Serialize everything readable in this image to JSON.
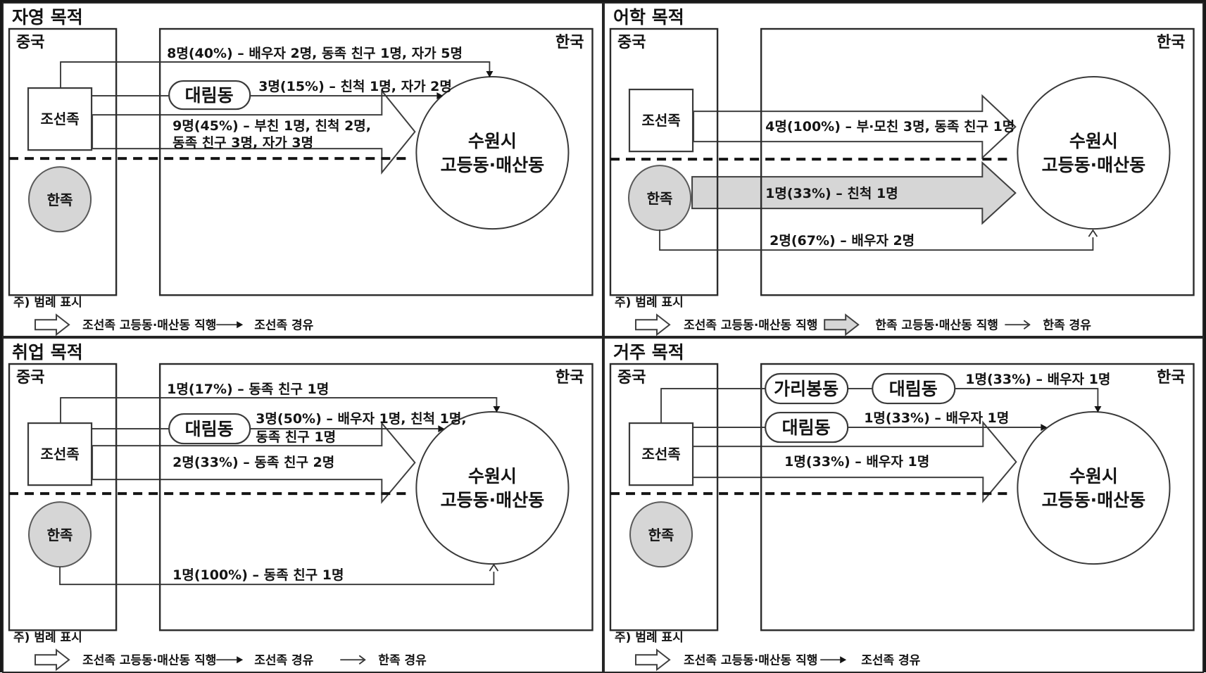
{
  "colors": {
    "gray_fill": "#d6d6d6",
    "stroke": "#141414",
    "background": "#ffffff"
  },
  "destination_common": {
    "line1": "수원시",
    "line2": "고등동·매산동"
  },
  "panels": [
    {
      "title": "자영 목적",
      "origin": "중국",
      "dest": "한국",
      "joseonjok": "조선족",
      "hanjok": "한족",
      "destination": {
        "line1": "수원시",
        "line2": "고등동·매산동"
      },
      "waypoints": [
        {
          "label": "대림동"
        }
      ],
      "flows": [
        {
          "type": "thin-filled",
          "label": "8명(40%) – 배우자 2명, 동족 친구 1명, 자가 5명"
        },
        {
          "type": "thin-filled",
          "via": "대림동",
          "label": "3명(15%) – 친척 1명, 자가 2명"
        },
        {
          "type": "block-white",
          "label": "9명(45%) – 부친 1명, 친척 2명,",
          "label2": "동족 친구 3명, 자가 3명"
        }
      ],
      "legend": {
        "note": "주) 범례 표시",
        "items": [
          {
            "glyph": "block-white",
            "label": "조선족 고등동·매산동 직행"
          },
          {
            "glyph": "thin-filled",
            "label": "조선족 경유"
          }
        ]
      }
    },
    {
      "title": "어학 목적",
      "origin": "중국",
      "dest": "한국",
      "joseonjok": "조선족",
      "hanjok": "한족",
      "destination": {
        "line1": "수원시",
        "line2": "고등동·매산동"
      },
      "waypoints": [],
      "flows": [
        {
          "type": "block-white",
          "label": "4명(100%) – 부·모친 3명, 동족 친구 1명"
        },
        {
          "type": "block-gray",
          "label": "1명(33%) – 친척 1명"
        },
        {
          "type": "thin-open",
          "label": "2명(67%) – 배우자 2명"
        }
      ],
      "legend": {
        "note": "주) 범례 표시",
        "items": [
          {
            "glyph": "block-white",
            "label": "조선족 고등동·매산동 직행"
          },
          {
            "glyph": "block-gray",
            "label": "한족 고등동·매산동 직행"
          },
          {
            "glyph": "thin-open",
            "label": "한족 경유"
          }
        ]
      }
    },
    {
      "title": "취업 목적",
      "origin": "중국",
      "dest": "한국",
      "joseonjok": "조선족",
      "hanjok": "한족",
      "destination": {
        "line1": "수원시",
        "line2": "고등동·매산동"
      },
      "waypoints": [
        {
          "label": "대림동"
        }
      ],
      "flows": [
        {
          "type": "thin-filled",
          "label": "1명(17%) – 동족 친구 1명"
        },
        {
          "type": "thin-filled",
          "via": "대림동",
          "label": "3명(50%) – 배우자 1명, 친척 1명,",
          "label2": "동족 친구 1명"
        },
        {
          "type": "block-white",
          "label": "2명(33%) – 동족 친구 2명"
        },
        {
          "type": "thin-open",
          "label": "1명(100%) – 동족 친구 1명"
        }
      ],
      "legend": {
        "note": "주) 범례 표시",
        "items": [
          {
            "glyph": "block-white",
            "label": "조선족 고등동·매산동 직행"
          },
          {
            "glyph": "thin-filled",
            "label": "조선족 경유"
          },
          {
            "glyph": "thin-open",
            "label": "한족 경유"
          }
        ]
      }
    },
    {
      "title": "거주 목적",
      "origin": "중국",
      "dest": "한국",
      "joseonjok": "조선족",
      "hanjok": "한족",
      "destination": {
        "line1": "수원시",
        "line2": "고등동·매산동"
      },
      "waypoints": [
        {
          "label": "가리봉동"
        },
        {
          "label": "대림동"
        },
        {
          "label": "대림동"
        }
      ],
      "flows": [
        {
          "type": "thin-filled",
          "via": "가리봉동·대림동",
          "label": "1명(33%) – 배우자 1명"
        },
        {
          "type": "thin-filled",
          "via": "대림동",
          "label": "1명(33%) – 배우자 1명"
        },
        {
          "type": "block-white",
          "label": "1명(33%) – 배우자 1명"
        }
      ],
      "legend": {
        "note": "주) 범례 표시",
        "items": [
          {
            "glyph": "block-white",
            "label": "조선족 고등동·매산동 직행"
          },
          {
            "glyph": "thin-filled",
            "label": "조선족 경유"
          }
        ]
      }
    }
  ]
}
